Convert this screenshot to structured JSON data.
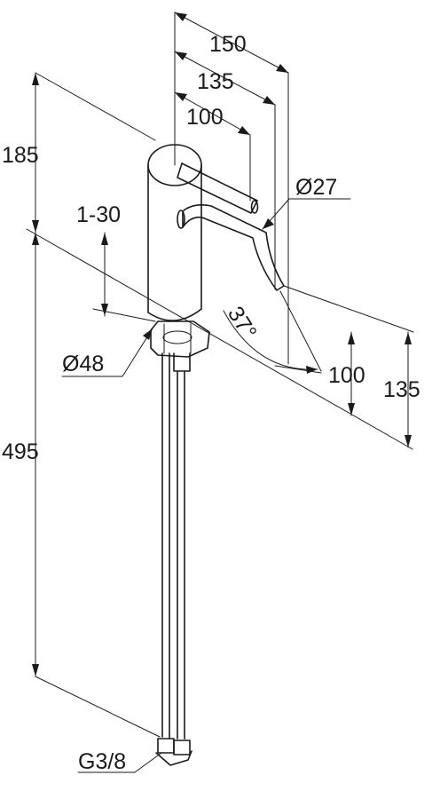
{
  "dimensions": {
    "offset_150": "150",
    "offset_135": "135",
    "offset_100": "100",
    "spout_diameter": "Ø27",
    "height_185": "185",
    "adjust_range": "1-30",
    "base_diameter": "Ø48",
    "angle": "37°",
    "height_100": "100",
    "height_135": "135",
    "length_495": "495",
    "thread": "G3/8"
  }
}
